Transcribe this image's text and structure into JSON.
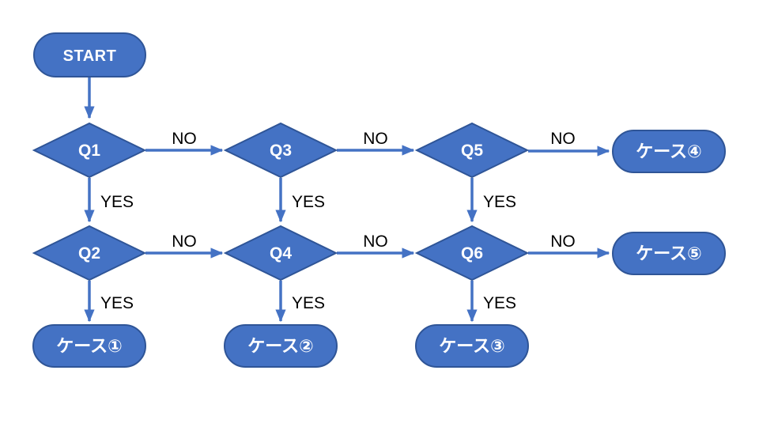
{
  "colors": {
    "node_fill": "#4472C4",
    "node_border": "#2F5597",
    "node_text": "#FFFFFF",
    "arrow": "#4472C4",
    "edge_label": "#000000",
    "background": "#FFFFFF"
  },
  "diagram": {
    "type": "flowchart",
    "nodes": {
      "start": {
        "label": "START",
        "shape": "terminator"
      },
      "q1": {
        "label": "Q1",
        "shape": "decision"
      },
      "q2": {
        "label": "Q2",
        "shape": "decision"
      },
      "q3": {
        "label": "Q3",
        "shape": "decision"
      },
      "q4": {
        "label": "Q4",
        "shape": "decision"
      },
      "q5": {
        "label": "Q5",
        "shape": "decision"
      },
      "q6": {
        "label": "Q6",
        "shape": "decision"
      },
      "case1": {
        "label": "ケース①",
        "shape": "terminator"
      },
      "case2": {
        "label": "ケース②",
        "shape": "terminator"
      },
      "case3": {
        "label": "ケース③",
        "shape": "terminator"
      },
      "case4": {
        "label": "ケース④",
        "shape": "terminator"
      },
      "case5": {
        "label": "ケース⑤",
        "shape": "terminator"
      }
    },
    "edges": {
      "start_q1": {
        "from": "START",
        "to": "Q1",
        "label": ""
      },
      "q1_q3": {
        "from": "Q1",
        "to": "Q3",
        "label": "NO"
      },
      "q3_q5": {
        "from": "Q3",
        "to": "Q5",
        "label": "NO"
      },
      "q5_case4": {
        "from": "Q5",
        "to": "ケース④",
        "label": "NO"
      },
      "q1_q2": {
        "from": "Q1",
        "to": "Q2",
        "label": "YES"
      },
      "q3_q4": {
        "from": "Q3",
        "to": "Q4",
        "label": "YES"
      },
      "q5_q6": {
        "from": "Q5",
        "to": "Q6",
        "label": "YES"
      },
      "q2_q4": {
        "from": "Q2",
        "to": "Q4",
        "label": "NO"
      },
      "q4_q6": {
        "from": "Q4",
        "to": "Q6",
        "label": "NO"
      },
      "q6_case5": {
        "from": "Q6",
        "to": "ケース⑤",
        "label": "NO"
      },
      "q2_case1": {
        "from": "Q2",
        "to": "ケース①",
        "label": "YES"
      },
      "q4_case2": {
        "from": "Q4",
        "to": "ケース②",
        "label": "YES"
      },
      "q6_case3": {
        "from": "Q6",
        "to": "ケース③",
        "label": "YES"
      }
    }
  }
}
